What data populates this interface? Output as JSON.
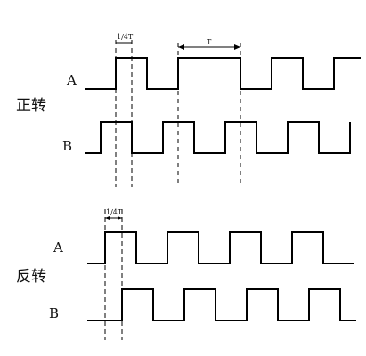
{
  "forward": {
    "label": "正转",
    "channel_a": "A",
    "channel_b": "B",
    "quarter_label": "1/4T",
    "period_label": "T"
  },
  "reverse": {
    "label": "反转",
    "channel_a": "A",
    "channel_b": "B",
    "quarter_label": "1/4T"
  }
}
